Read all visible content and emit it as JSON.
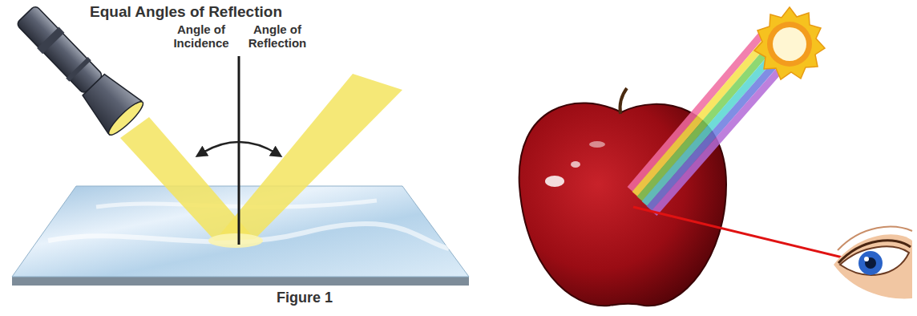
{
  "diagram": {
    "title": "Equal Angles of Reflection",
    "caption": "Figure 1",
    "labels": [
      "Angle of Incidence",
      "Angle of Reflection"
    ]
  }
}
